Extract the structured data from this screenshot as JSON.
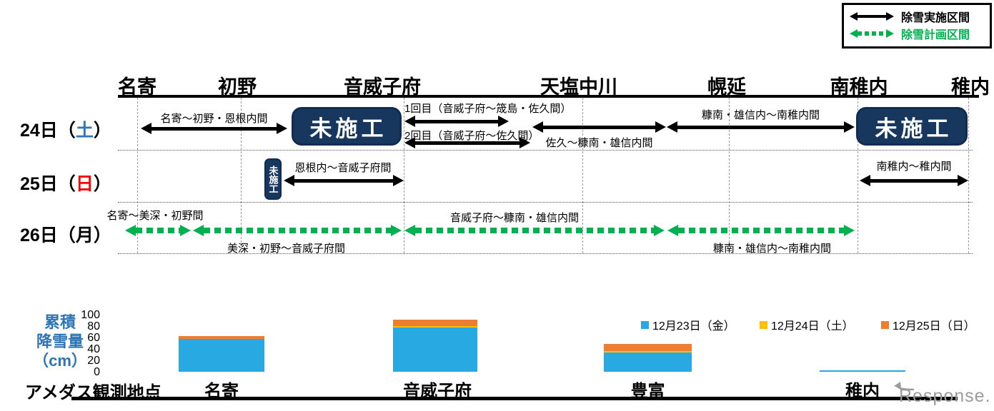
{
  "legend": {
    "implemented_label": "除雪実施区間",
    "planned_label": "除雪計画区間"
  },
  "timeline": {
    "stations": [
      "名寄",
      "初野",
      "音威子府",
      "天塩中川",
      "幌延",
      "南稚内",
      "稚内"
    ],
    "rows": [
      {
        "date_prefix": "24日（",
        "weekday": "土",
        "date_suffix": "）"
      },
      {
        "date_prefix": "25日（",
        "weekday": "日",
        "date_suffix": "）"
      },
      {
        "date_prefix": "26日（",
        "weekday": "月",
        "date_suffix": "）"
      }
    ],
    "row24": {
      "arrow1_label": "名寄～初野・恩根内間",
      "box1_label": "未施工",
      "run1_label": "1回目（音威子府～筬島・佐久間）",
      "run2_label": "2回目（音威子府～佐久間）",
      "arrow4_label": "佐久～糠南・雄信内間",
      "arrow5_label": "糠南・雄信内～南稚内間",
      "box2_label": "未施工"
    },
    "row25": {
      "box_label": "未施工",
      "arrow1_label": "恩根内～音威子府間",
      "arrow2_label": "南稚内～稚内間"
    },
    "row26": {
      "arrow1_label": "名寄～美深・初野間",
      "arrow2_label": "美深・初野～音威子府間",
      "arrow3_label": "音威子府～糠南・雄信内間",
      "arrow4_label": "糠南・雄信内～南稚内間"
    }
  },
  "chart_data": {
    "type": "bar",
    "stacked": true,
    "ylabel_lines": [
      "累積",
      "降雪量",
      "（cm）"
    ],
    "ylim": [
      0,
      100
    ],
    "yticks_display": [
      "100",
      "80",
      "60",
      "40",
      "20",
      "0"
    ],
    "categories": [
      "名寄",
      "音威子府",
      "豊富",
      "稚内"
    ],
    "series": [
      {
        "name": "12月23日（金）",
        "color": "#29A9E1",
        "values": [
          57,
          77,
          34,
          1
        ]
      },
      {
        "name": "12月24日（土）",
        "color": "#FFC000",
        "values": [
          0,
          3,
          3,
          0
        ]
      },
      {
        "name": "12月25日（日）",
        "color": "#ED7D31",
        "values": [
          5,
          11,
          12,
          0
        ]
      }
    ],
    "x_axis_label": "アメダス観測地点",
    "legend_position": "above chart, right side",
    "grid": false
  },
  "colors": {
    "plan_green": "#00B050",
    "box_navy": "#17375E",
    "weekday_sat": "#2E75B6",
    "weekday_sun": "#FF0000",
    "weekday_mon": "#000000",
    "ylabel_blue": "#2E75B6"
  },
  "watermark": {
    "text": "Response."
  }
}
